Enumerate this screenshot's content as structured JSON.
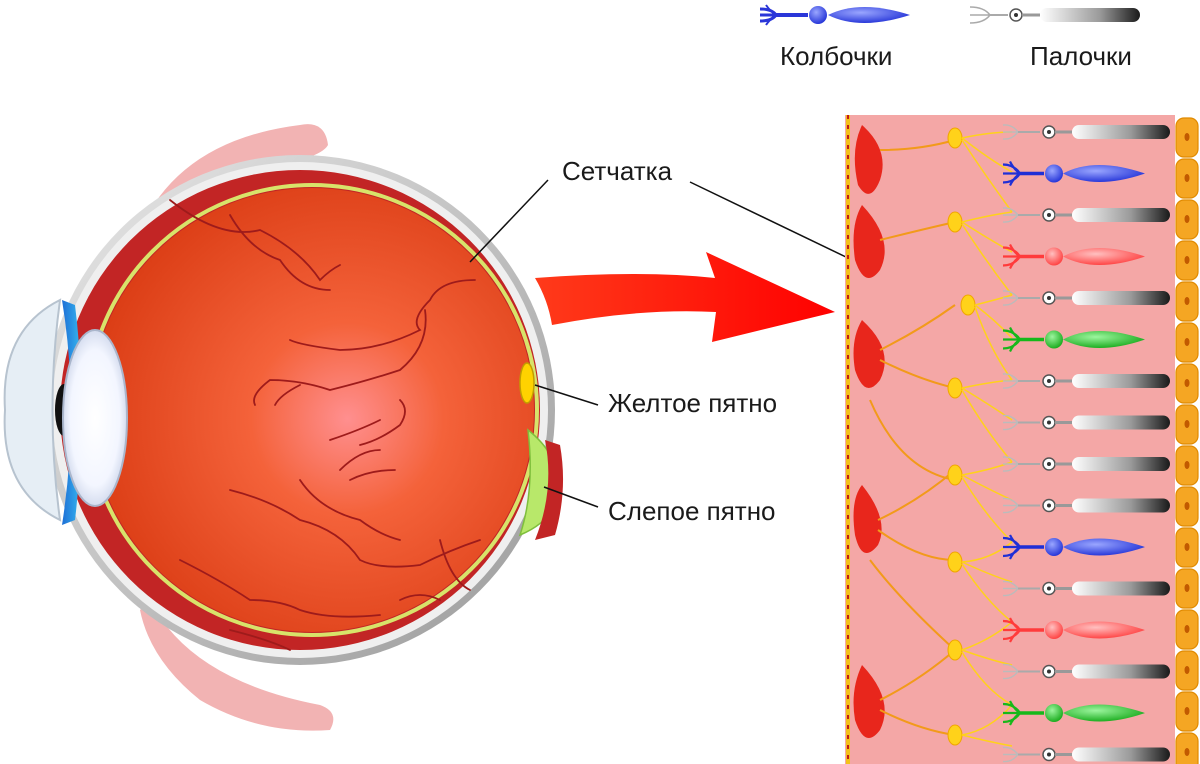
{
  "legend": {
    "cones_label": "Колбочки",
    "rods_label": "Палочки"
  },
  "labels": {
    "retina": "Сетчатка",
    "macula": "Желтое пятно",
    "blind_spot": "Слепое пятно"
  },
  "colors": {
    "eyeball": "#e8421c",
    "retina_layer": "#f4a7a6",
    "arrow": "#ff1a00",
    "bipolar_cells": "#ffd21a",
    "ganglion_cells": "#e8261c",
    "pigment_epithelium": "#f5a623",
    "cone_blue": "#1f2fd6",
    "cone_red": "#ff3b3b",
    "cone_green": "#16b81a",
    "rod": "#555555"
  },
  "photoreceptor_sequence": [
    "rod",
    "cone-blue",
    "rod",
    "cone-red",
    "rod",
    "cone-green",
    "rod",
    "rod",
    "rod",
    "rod",
    "cone-blue",
    "rod",
    "cone-red",
    "rod",
    "cone-green",
    "rod"
  ]
}
